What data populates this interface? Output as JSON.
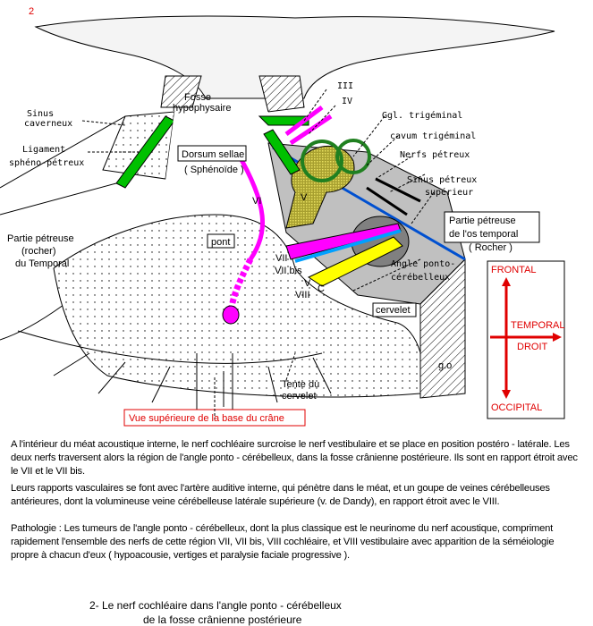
{
  "figure": {
    "number": "2",
    "labels": {
      "fosse_1": "Fosse",
      "fosse_2": "hypophysaire",
      "sinus_cav_1": "Sinus",
      "sinus_cav_2": "caverneux",
      "ligament_1": "Ligament",
      "ligament_2": "sphéno-pétreux",
      "dorsum": "Dorsum sellae",
      "sphenoide": "( Sphénoïde )",
      "n3": "III",
      "n4": "IV",
      "ggl": "Ggl. trigéminal",
      "cavum": "cavum trigéminal",
      "nerfs_petreux": "Nerfs pétreux",
      "sinus_pet_1": "Sinus pétreux",
      "sinus_pet_2": "supérieur",
      "partie_os_1": "Partie pétreuse",
      "partie_os_2": "de l'os temporal",
      "rocher": "( Rocher )",
      "n6": "VI",
      "n5": "V",
      "pont": "pont",
      "partie_left_1": "Partie pétreuse",
      "partie_left_2": "(rocher)",
      "partie_left_3": "du Temporal",
      "n7": "VII",
      "n7bis": "VII bis",
      "n8v": "V",
      "n8": "VIII",
      "n8c": "C",
      "angle_1": "Angle ponto-",
      "angle_2": "cérébelleux",
      "cervelet": "cervelet",
      "tente_1": "Tente du",
      "tente_2": "cervelet",
      "signature": "g.o",
      "title": "Vue supérieure de la base du crâne"
    },
    "orientation": {
      "frontal": "FRONTAL",
      "temporal": "TEMPORAL",
      "droit": "DROIT",
      "occipital": "OCCIPITAL"
    },
    "colors": {
      "nerve_v": "#a8a030",
      "nerve_vii": "#ff00ff",
      "nerve_vii_bis": "#00a0ff",
      "nerve_viii": "#ffff00",
      "ligament": "#00c000",
      "label_red": "#e00000"
    }
  },
  "text": {
    "p1": "A l'intérieur du méat acoustique interne, le nerf cochléaire surcroise le nerf vestibulaire et se place en position postéro - latérale. Les deux nerfs traversent alors la région de  l'angle ponto - cérébelleux, dans la fosse crânienne postérieure. Ils sont en rapport étroit avec le VII et le VII bis.",
    "p2": "Leurs rapports vasculaires se font avec l'artère auditive interne, qui pénètre dans le méat, et un goupe de veines cérébelleuses antérieures, dont la volumineuse veine cérébelleuse latérale supérieure (v. de Dandy), en rapport étroit avec le VIII.",
    "p3": "Pathologie : Les tumeurs de l'angle ponto - cérébelleux, dont la plus classique est le neurinome du nerf acoustique, compriment rapidement l'ensemble des nerfs de cette région VII, VII bis, VIII cochléaire, et VIII vestibulaire avec apparition de la séméiologie propre à chacun d'eux ( hypoacousie, vertiges et paralysie faciale progressive ).",
    "caption_1": "2- Le nerf cochléaire dans l'angle ponto - cérébelleux",
    "caption_2": "de la fosse crânienne postérieure"
  }
}
